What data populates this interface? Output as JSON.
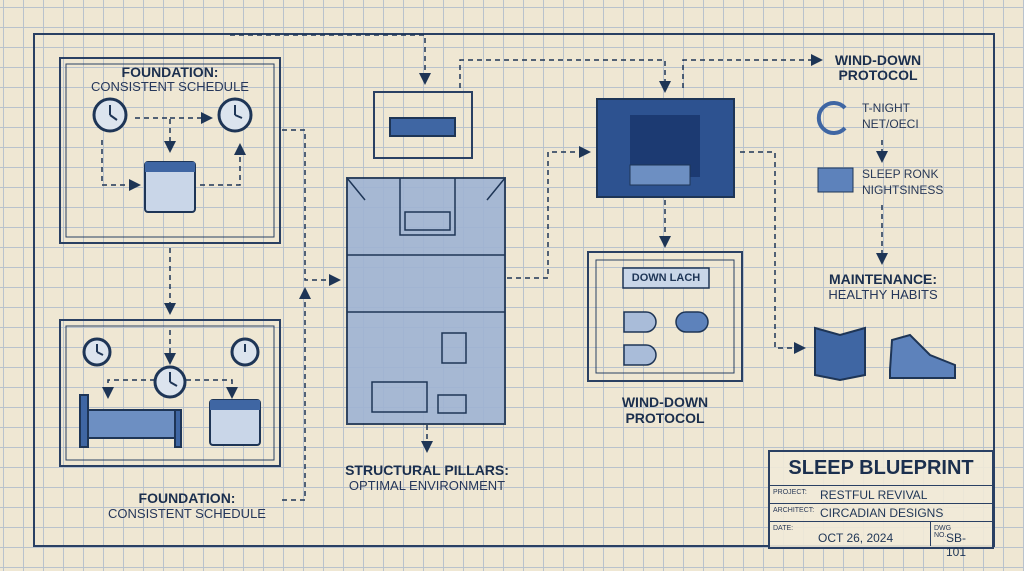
{
  "foundation_top": {
    "title": "FOUNDATION:",
    "subtitle": "CONSISTENT SCHEDULE"
  },
  "foundation_bottom": {
    "title": "FOUNDATION:",
    "subtitle": "CONSISTENT SCHEDULE"
  },
  "structural": {
    "title": "STRUCTURAL PILLARS:",
    "subtitle": "OPTIMAL ENVIRONMENT"
  },
  "wind_down_center": {
    "title_line1": "WIND-DOWN",
    "title_line2": "PROTOCOL",
    "panel_label": "DOWN LACH"
  },
  "wind_down_right": {
    "title_line1": "WIND-DOWN",
    "title_line2": "PROTOCOL",
    "item1_line1": "T-NIGHT",
    "item1_line2": "NET/OECI",
    "item2_line1": "SLEEP RONK",
    "item2_line2": "NIGHTSINESS"
  },
  "maintenance": {
    "title": "MAINTENANCE:",
    "subtitle": "HEALTHY HABITS"
  },
  "title_block": {
    "title": "SLEEP BLUEPRINT",
    "project_label": "PROJECT:",
    "project": "RESTFUL REVIVAL",
    "architect_label": "ARCHITECT:",
    "architect": "CIRCADIAN DESIGNS",
    "date_label": "DATE:",
    "date": "OCT 26, 2024",
    "dwg_label": "DWG NO.",
    "dwg": "SB-101"
  },
  "colors": {
    "ink": "#1e3556",
    "fill": "#3f66a3",
    "paper": "#efe7d3"
  }
}
